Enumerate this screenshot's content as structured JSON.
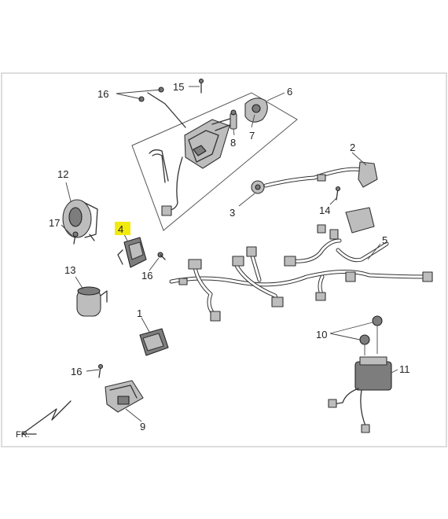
{
  "callouts": [
    {
      "id": "c1",
      "text": "1"
    },
    {
      "id": "c2",
      "text": "2"
    },
    {
      "id": "c3",
      "text": "3"
    },
    {
      "id": "c4",
      "text": "4"
    },
    {
      "id": "c5",
      "text": "5"
    },
    {
      "id": "c6",
      "text": "6"
    },
    {
      "id": "c7",
      "text": "7"
    },
    {
      "id": "c8",
      "text": "8"
    },
    {
      "id": "c9",
      "text": "9"
    },
    {
      "id": "c10",
      "text": "10"
    },
    {
      "id": "c11",
      "text": "11"
    },
    {
      "id": "c12",
      "text": "12"
    },
    {
      "id": "c13",
      "text": "13"
    },
    {
      "id": "c14",
      "text": "14"
    },
    {
      "id": "c15",
      "text": "15"
    },
    {
      "id": "c16a",
      "text": "16"
    },
    {
      "id": "c16b",
      "text": "16"
    },
    {
      "id": "c16c",
      "text": "16"
    },
    {
      "id": "c17",
      "text": "17"
    }
  ],
  "highlight_color": "#f2ea0c",
  "highlighted_part": "4",
  "direction_label": "FR."
}
